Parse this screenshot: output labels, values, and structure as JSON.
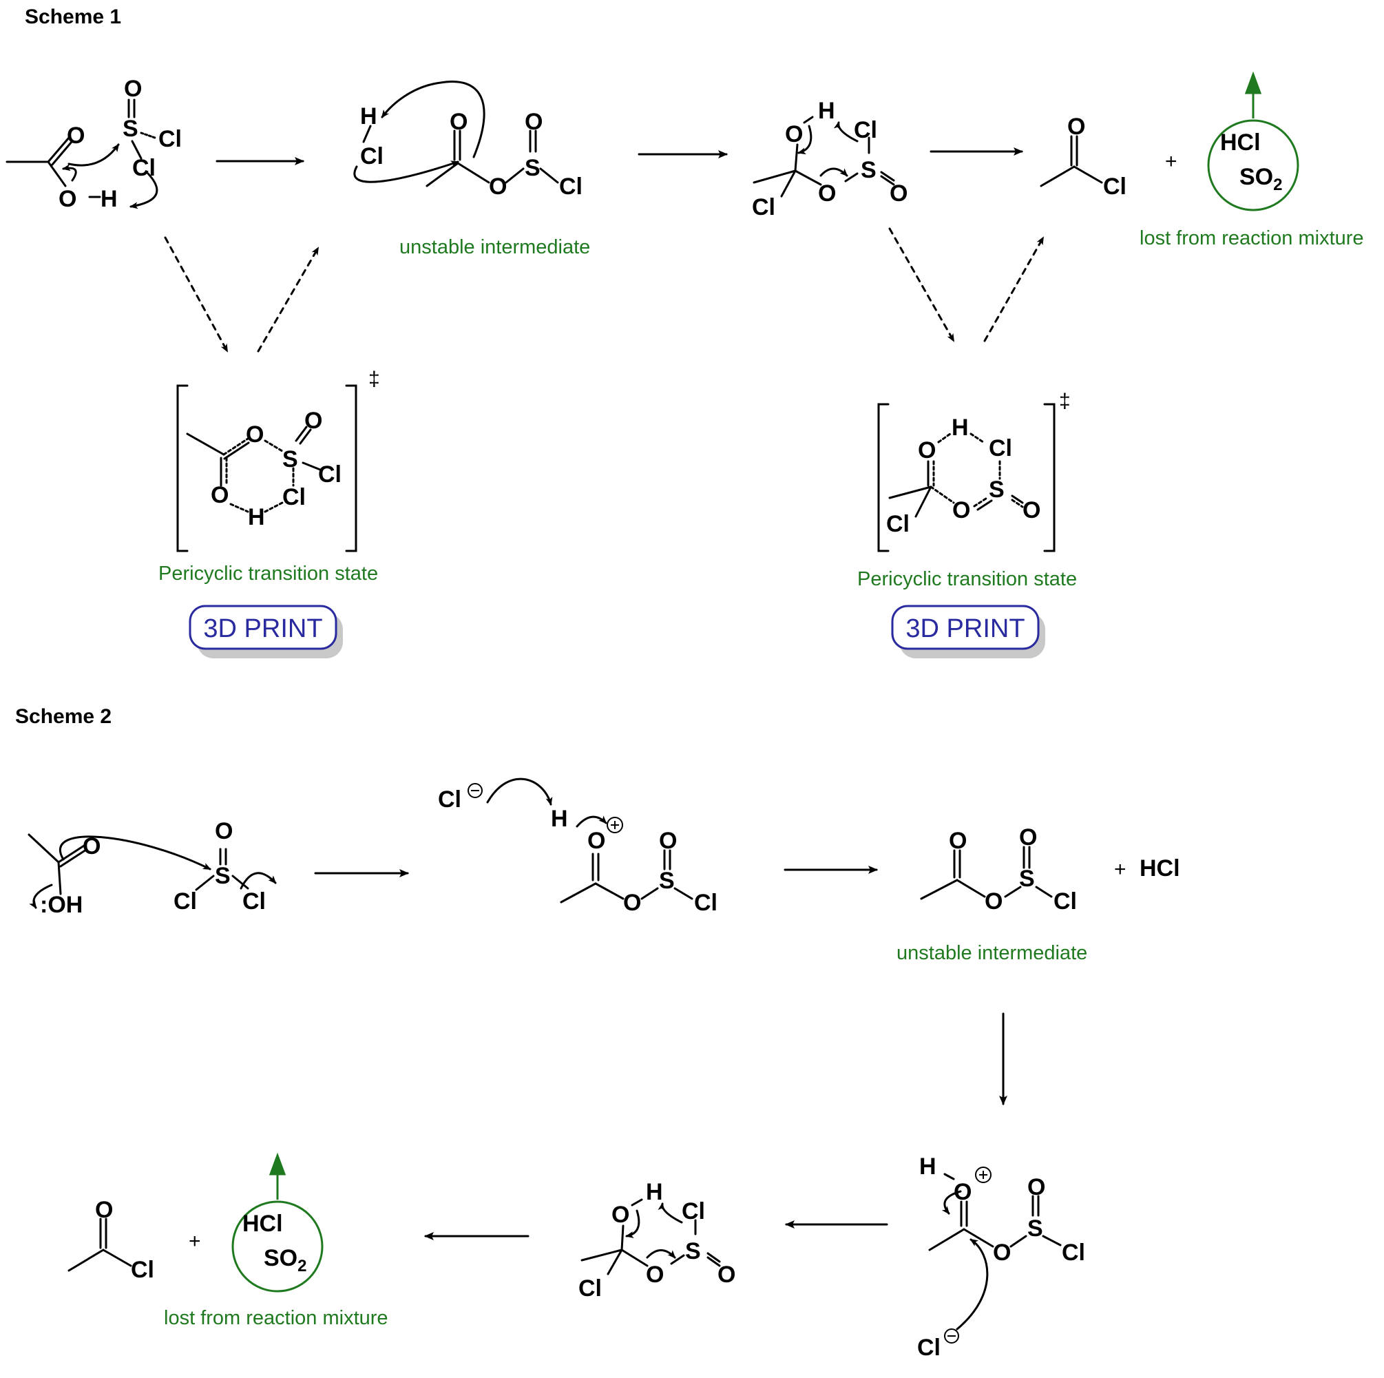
{
  "scheme1": {
    "title": "Scheme 1",
    "labels": {
      "unstable": "unstable intermediate",
      "lost": "lost from reaction mixture",
      "ts_left": "Pericyclic transition state",
      "ts_right": "Pericyclic transition state",
      "dagger": "‡",
      "plus": "+"
    },
    "buttons": {
      "print_left": "3D PRINT",
      "print_right": "3D PRINT"
    }
  },
  "scheme2": {
    "title": "Scheme 2",
    "labels": {
      "unstable": "unstable intermediate",
      "lost": "lost from reaction mixture",
      "plus": "+",
      "plus_hcl": "+",
      "hcl": "HCl"
    }
  },
  "atoms": {
    "O": "O",
    "S": "S",
    "Cl": "Cl",
    "H": "H",
    "OH": ":OH",
    "HCl": "HCl",
    "SO": "SO",
    "sub2": "2"
  },
  "colors": {
    "green": "#1f7a1f",
    "button_text": "#2a2aa0",
    "button_border": "#2a2aa0",
    "button_shadow": "#c8c8c8"
  }
}
